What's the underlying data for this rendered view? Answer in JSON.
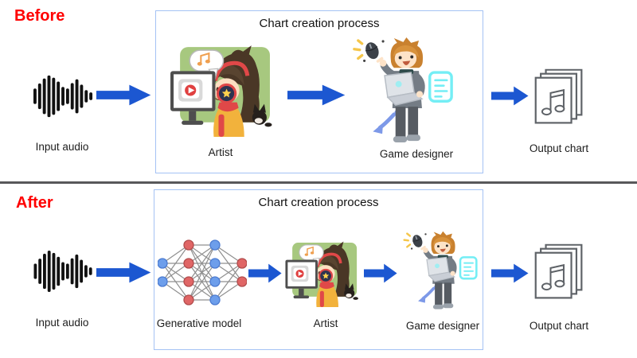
{
  "sections": {
    "before": {
      "section_label": "Before",
      "input_audio": "Input audio",
      "box_title": "Chart creation process",
      "artist": "Artist",
      "game_designer": "Game designer",
      "output_chart": "Output chart"
    },
    "after": {
      "section_label": "After",
      "input_audio": "Input audio",
      "box_title": "Chart creation process",
      "generative_model": "Generative model",
      "artist": "Artist",
      "game_designer": "Game designer",
      "output_chart": "Output chart"
    }
  },
  "icons": {
    "input": "audio-waveform-icon",
    "flow": "arrow-right-icon",
    "artist": "artist-illustration",
    "game_designer": "game-designer-illustration",
    "generative_model": "neural-network-icon",
    "output": "sheet-music-stack-icon"
  },
  "colors": {
    "section_label": "#ff0000",
    "arrow": "#1c57d1",
    "box_border": "#a4c2f4",
    "divider": "#58585a",
    "nn_node_blue": "#6d9eeb",
    "nn_node_red": "#e06666",
    "waveform": "#111111"
  }
}
